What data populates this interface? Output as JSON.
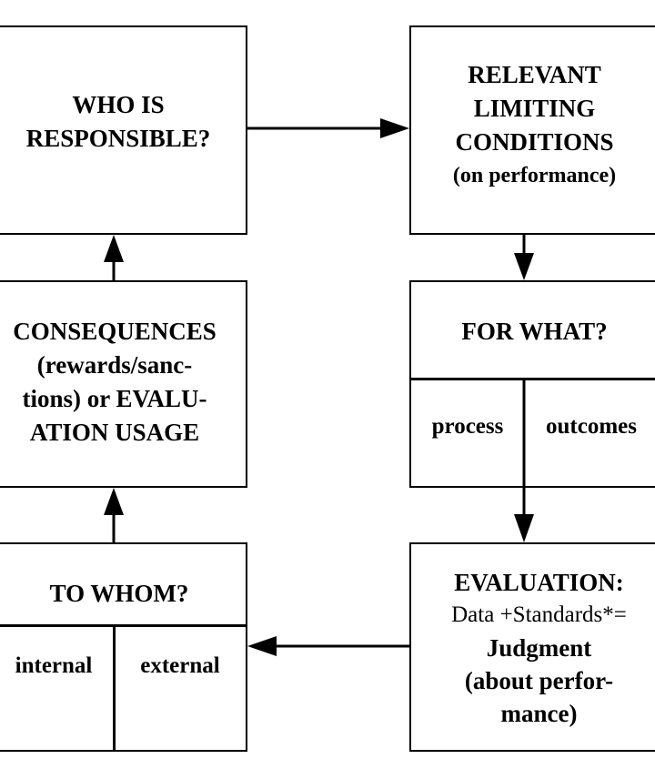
{
  "boxes": {
    "who": {
      "lines": [
        "WHO IS",
        "RESPONSIBLE?"
      ]
    },
    "limiting": {
      "lines": [
        "RELEVANT",
        "LIMITING",
        "CONDITIONS",
        "(on performance)"
      ]
    },
    "consequences": {
      "lines": [
        "CONSEQUENCES",
        "(rewards/sanc-",
        "tions) or EVALU-",
        "ATION USAGE"
      ]
    },
    "for_what": {
      "title": "FOR WHAT?",
      "left": "process",
      "right": "outcomes"
    },
    "to_whom": {
      "title": "TO WHOM?",
      "left": "internal",
      "right": "external"
    },
    "evaluation": {
      "line1": "EVALUATION:",
      "line2": "Data +Standards*=",
      "line3": "Judgment",
      "line4": "(about perfor-",
      "line5": "mance)"
    }
  }
}
